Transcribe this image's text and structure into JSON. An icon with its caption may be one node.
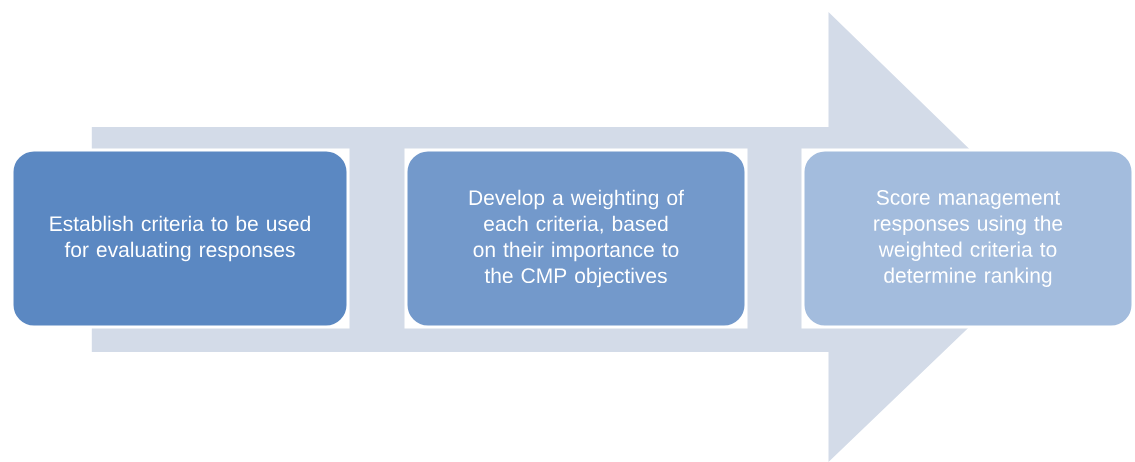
{
  "diagram": {
    "nodes": [
      {
        "text": [
          "Establish criteria to be used for evaluating responses"
        ]
      },
      {
        "text": [
          "Develop a weighting of each criteria, based on their importance to the CMP objectives"
        ]
      },
      {
        "text": [
          "Score management responses using the weighted criteria to determine ranking"
        ]
      }
    ],
    "edges": [
      {
        "from": 0,
        "to": 2,
        "arrow": "to"
      }
    ]
  }
}
